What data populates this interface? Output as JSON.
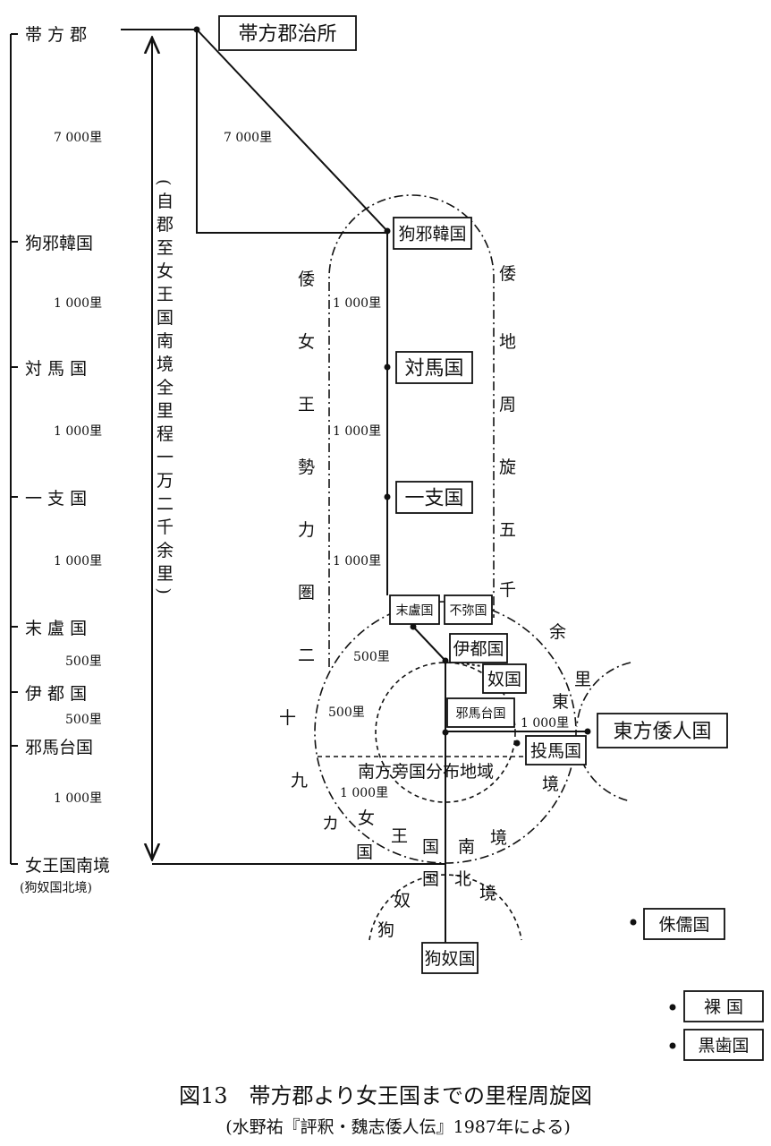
{
  "left_scale": {
    "stations": [
      "帯 方 郡",
      "狗邪韓国",
      "対 馬 国",
      "一 支 国",
      "末 盧 国",
      "伊 都 国",
      "邪馬台国",
      "女王国南境",
      "(狗奴国北境)"
    ],
    "distances": [
      "7 000里",
      "1 000里",
      "1 000里",
      "1 000里",
      "500里",
      "500里",
      "1 000里"
    ]
  },
  "total_note": "(自郡至女王国南境全里程一万二千余里)",
  "boxes": {
    "taihou_office": "帯方郡治所",
    "kuyakan": "狗邪韓国",
    "tsushima": "対馬国",
    "iki": "一支国",
    "matsuro": "末盧国",
    "fumi": "不弥国",
    "ito": "伊都国",
    "na": "奴国",
    "yamatai": "邪馬台国",
    "tsuma": "投馬国",
    "east_wajin": "東方倭人国",
    "kuna": "狗奴国",
    "shuju": "侏儒国",
    "ra": "裸 国",
    "kokushi": "黒歯国"
  },
  "route_distances": {
    "to_kuyakan": "7 000里",
    "to_tsushima": "1 000里",
    "to_iki": "1 000里",
    "to_matsuro": "1 000里",
    "to_ito": "500里",
    "to_yamatai": "500里",
    "to_tsuma": "1 000里",
    "to_south": "1 000里"
  },
  "region_labels": {
    "queen_sphere": [
      "倭",
      "女",
      "王",
      "勢",
      "力",
      "圏",
      "二",
      "十",
      "九",
      "カ",
      "国"
    ],
    "wa_circuit": [
      "倭",
      "地",
      "周",
      "旋",
      "五",
      "千",
      "余",
      "里"
    ],
    "east_border": [
      "東",
      "境"
    ],
    "queen_south_border": [
      "女",
      "王",
      "国",
      "南",
      "境"
    ],
    "kuna_north_border": [
      "狗",
      "奴",
      "国",
      "北",
      "境"
    ],
    "south_side_countries": "南方旁国分布地域"
  },
  "caption": {
    "title": "図13　帯方郡より女王国までの里程周旋図",
    "source": "(水野祐『評釈・魏志倭人伝』1987年による)"
  }
}
